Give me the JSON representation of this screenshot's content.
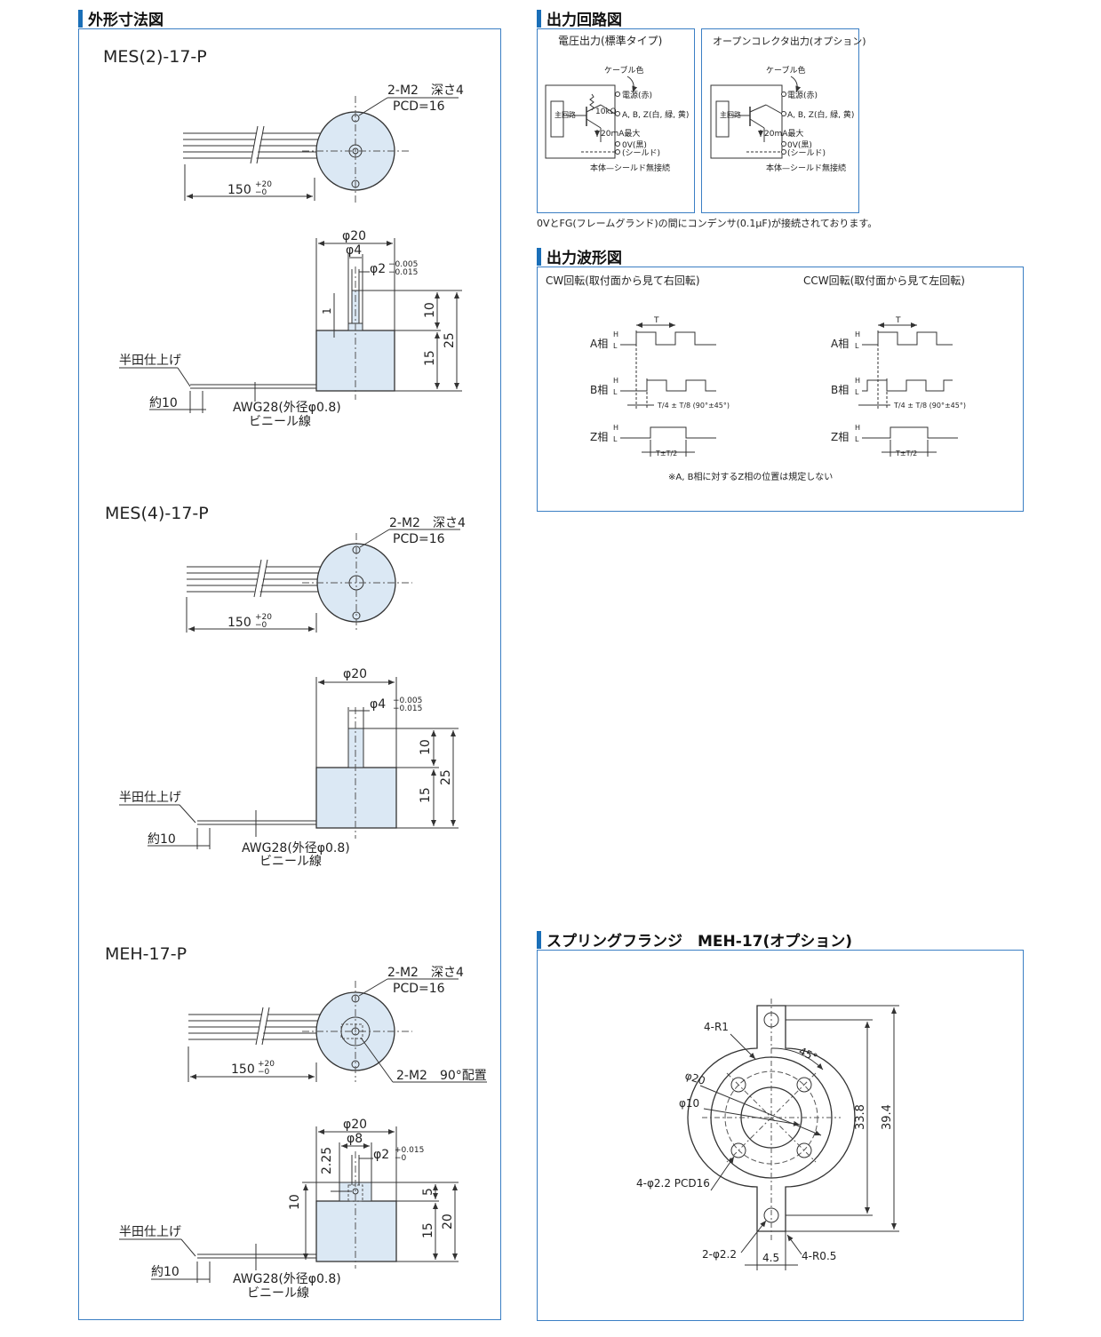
{
  "outline": {
    "title": "外形寸法図"
  },
  "circuit": {
    "title": "出力回路図",
    "panel_std": {
      "title": "電圧出力(標準タイプ)",
      "cable": "ケーブル色",
      "pwr": "電源(赤)",
      "abz": "A, B, Z(白, 緑, 黄)",
      "ov": "0V(黒)",
      "shield": "(シールド)",
      "r": "10kΩ",
      "ma": "20mA最大",
      "body": "本体—シールド無接続",
      "main": "主回路"
    },
    "panel_opt": {
      "title": "オープンコレクタ出力(オプション)",
      "cable": "ケーブル色",
      "pwr": "電源(赤)",
      "abz": "A, B, Z(白, 緑, 黄)",
      "ov": "0V(黒)",
      "shield": "(シールド)",
      "ma": "20mA最大",
      "body": "本体—シールド無接続",
      "main": "主回路"
    },
    "note": "0VとFG(フレームグランド)の間にコンデンサ(0.1μF)が接続されております。"
  },
  "wave": {
    "title": "出力波形図",
    "cw": "CW回転(取付面から見て右回転)",
    "ccw": "CCW回転(取付面から見て左回転)",
    "a": "A相",
    "b": "B相",
    "z": "Z相",
    "h": "H",
    "l": "L",
    "t": "T",
    "quarter": "T/4 ± T/8 (90°±45°)",
    "tz": "T±T/2",
    "note": "※A, B相に対するZ相の位置は規定しない"
  },
  "d1": {
    "model": "MES(2)-17-P",
    "holes": "2-M2　深さ4",
    "pcd": "PCD=16",
    "len": "150",
    "tol_up": "+20",
    "tol_dn": "−0",
    "phi20": "φ20",
    "phi4": "φ4",
    "phi2": "φ2",
    "phi2_up": "−0.005",
    "phi2_dn": "−0.015",
    "d1": "1",
    "d10": "10",
    "d15": "15",
    "d25": "25",
    "solder": "半田仕上げ",
    "approx": "約10",
    "awg": "AWG28(外径φ0.8)",
    "vinyl": "ビニール線"
  },
  "d2": {
    "model": "MES(4)-17-P",
    "holes": "2-M2　深さ4",
    "pcd": "PCD=16",
    "len": "150",
    "tol_up": "+20",
    "tol_dn": "−0",
    "phi20": "φ20",
    "phi4": "φ4",
    "phi4_up": "−0.005",
    "phi4_dn": "−0.015",
    "d10": "10",
    "d15": "15",
    "d25": "25",
    "solder": "半田仕上げ",
    "approx": "約10",
    "awg": "AWG28(外径φ0.8)",
    "vinyl": "ビニール線"
  },
  "d3": {
    "model": "MEH-17-P",
    "holes": "2-M2　深さ4",
    "pcd": "PCD=16",
    "len": "150",
    "tol_up": "+20",
    "tol_dn": "−0",
    "side": "2-M2　90°配置",
    "phi20": "φ20",
    "phi8": "φ8",
    "phi2": "φ2",
    "phi2_up": "+0.015",
    "phi2_dn": "−0",
    "d225": "2.25",
    "d5": "5",
    "d10": "10",
    "d15": "15",
    "d20": "20",
    "solder": "半田仕上げ",
    "approx": "約10",
    "awg": "AWG28(外径φ0.8)",
    "vinyl": "ビニール線"
  },
  "flange": {
    "title": "スプリングフランジ　MEH-17(オプション)",
    "r1": "4-R1",
    "deg": "45°",
    "phi20": "φ20",
    "phi10": "φ10",
    "d338": "33.8",
    "d394": "39.4",
    "holes": "4-φ2.2 PCD16",
    "h2": "2-φ2.2",
    "w45": "4.5",
    "r05": "4-R0.5"
  },
  "colors": {
    "accent": "#1a6fb8",
    "frame": "#3b7fc4",
    "body": "#dbe8f4"
  }
}
